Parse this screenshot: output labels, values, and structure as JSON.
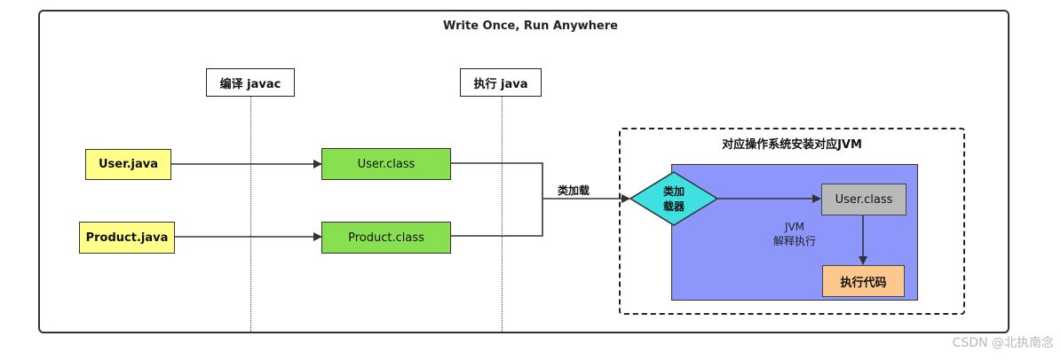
{
  "title": "Write Once, Run Anywhere",
  "stages": {
    "compile": "编译 javac",
    "run": "执行 java"
  },
  "sources": [
    {
      "name": "User.java"
    },
    {
      "name": "Product.java"
    }
  ],
  "classes": [
    {
      "name": "User.class"
    },
    {
      "name": "Product.class"
    }
  ],
  "class_loading_label": "类加载",
  "class_loader": {
    "line1": "类加",
    "line2": "载器"
  },
  "os_jvm_title": "对应操作系统安装对应JVM",
  "jvm": {
    "label1": "JVM",
    "label2": "解释执行",
    "loaded_class": "User.class",
    "execute": "执行代码"
  },
  "watermark": "CSDN @北执南念",
  "colors": {
    "source_fill": "#ffff8a",
    "class_fill": "#88e050",
    "jvm_fill": "#8c96fb",
    "loader_fill": "#3ee0e0",
    "loaded_class_fill": "#b9b9b9",
    "execute_fill": "#fdc78e"
  }
}
